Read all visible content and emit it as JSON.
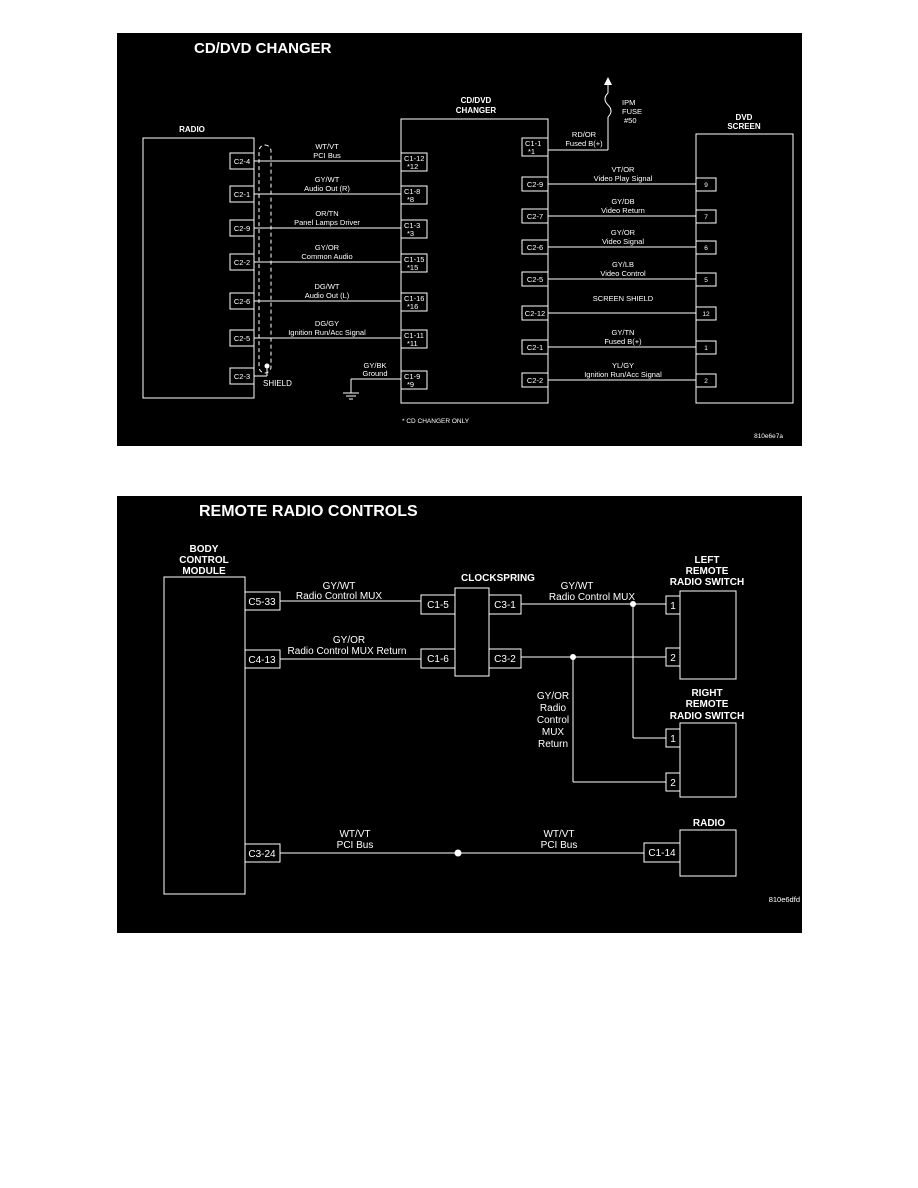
{
  "cd_dvd": {
    "title": "CD/DVD CHANGER",
    "radio_label": "RADIO",
    "changer_label": [
      "CD/DVD",
      "CHANGER"
    ],
    "screen_label": [
      "DVD",
      "SCREEN"
    ],
    "ipm_fuse": [
      "IPM",
      "FUSE",
      "#50"
    ],
    "shield_label": "SHIELD",
    "footnote": "* CD CHANGER ONLY",
    "figure_id": "810e6e7a",
    "left_wires": [
      {
        "radio_pin": "C2-4",
        "color": "WT/VT",
        "name": "PCI Bus",
        "changer_pin": "C1-12",
        "alt_pin": "*12"
      },
      {
        "radio_pin": "C2-1",
        "color": "GY/WT",
        "name": "Audio Out (R)",
        "changer_pin": "C1-8",
        "alt_pin": "*8"
      },
      {
        "radio_pin": "C2-9",
        "color": "OR/TN",
        "name": "Panel Lamps Driver",
        "changer_pin": "C1-3",
        "alt_pin": "*3"
      },
      {
        "radio_pin": "C2-2",
        "color": "GY/OR",
        "name": "Common Audio",
        "changer_pin": "C1-15",
        "alt_pin": "*15"
      },
      {
        "radio_pin": "C2-6",
        "color": "DG/WT",
        "name": "Audio Out (L)",
        "changer_pin": "C1-16",
        "alt_pin": "*16"
      },
      {
        "radio_pin": "C2-5",
        "color": "DG/GY",
        "name": "Ignition Run/Acc Signal",
        "changer_pin": "C1-11",
        "alt_pin": "*11"
      },
      {
        "radio_pin": "C2-3",
        "color": "",
        "name": "",
        "changer_pin": "",
        "alt_pin": ""
      }
    ],
    "ground_wire": {
      "color": "GY/BK",
      "name": "Ground",
      "changer_pin": "C1-9",
      "alt_pin": "*9"
    },
    "fuse_wire": {
      "color": "RD/OR",
      "name": "Fused B(+)",
      "changer_pin": "C1-1",
      "alt_pin": "*1"
    },
    "right_wires": [
      {
        "changer_pin": "C2-9",
        "color": "VT/OR",
        "name": "Video Play Signal",
        "screen_pin": "9"
      },
      {
        "changer_pin": "C2-7",
        "color": "GY/DB",
        "name": "Video Return",
        "screen_pin": "7"
      },
      {
        "changer_pin": "C2-6",
        "color": "GY/OR",
        "name": "Video Signal",
        "screen_pin": "6"
      },
      {
        "changer_pin": "C2-5",
        "color": "GY/LB",
        "name": "Video Control",
        "screen_pin": "5"
      },
      {
        "changer_pin": "C2-12",
        "color": "SCREEN SHIELD",
        "name": "",
        "screen_pin": "12"
      },
      {
        "changer_pin": "C2-1",
        "color": "GY/TN",
        "name": "Fused B(+)",
        "screen_pin": "1"
      },
      {
        "changer_pin": "C2-2",
        "color": "YL/GY",
        "name": "Ignition Run/Acc Signal",
        "screen_pin": "2"
      }
    ]
  },
  "remote": {
    "title": "REMOTE RADIO CONTROLS",
    "bcm_label": [
      "BODY",
      "CONTROL",
      "MODULE"
    ],
    "clockspring_label": "CLOCKSPRING",
    "left_switch_label": [
      "LEFT",
      "REMOTE",
      "RADIO SWITCH"
    ],
    "right_switch_label": [
      "RIGHT",
      "REMOTE",
      "RADIO SWITCH"
    ],
    "radio_label": "RADIO",
    "figure_id": "810e6dfd",
    "bcm_pins": [
      "C5-33",
      "C4-13",
      "C3-24"
    ],
    "clockspring_in": [
      "C1-5",
      "C1-6"
    ],
    "clockspring_out": [
      "C3-1",
      "C3-2"
    ],
    "switch_pins": [
      "1",
      "2"
    ],
    "radio_pin": "C1-14",
    "wire_mux": {
      "color": "GY/WT",
      "name": "Radio Control MUX"
    },
    "wire_mux_return": {
      "color": "GY/OR",
      "name": "Radio Control MUX Return"
    },
    "wire_mux_return_vertical": [
      "GY/OR",
      "Radio",
      "Control",
      "MUX",
      "Return"
    ],
    "wire_pci": {
      "color": "WT/VT",
      "name": "PCI Bus"
    }
  }
}
